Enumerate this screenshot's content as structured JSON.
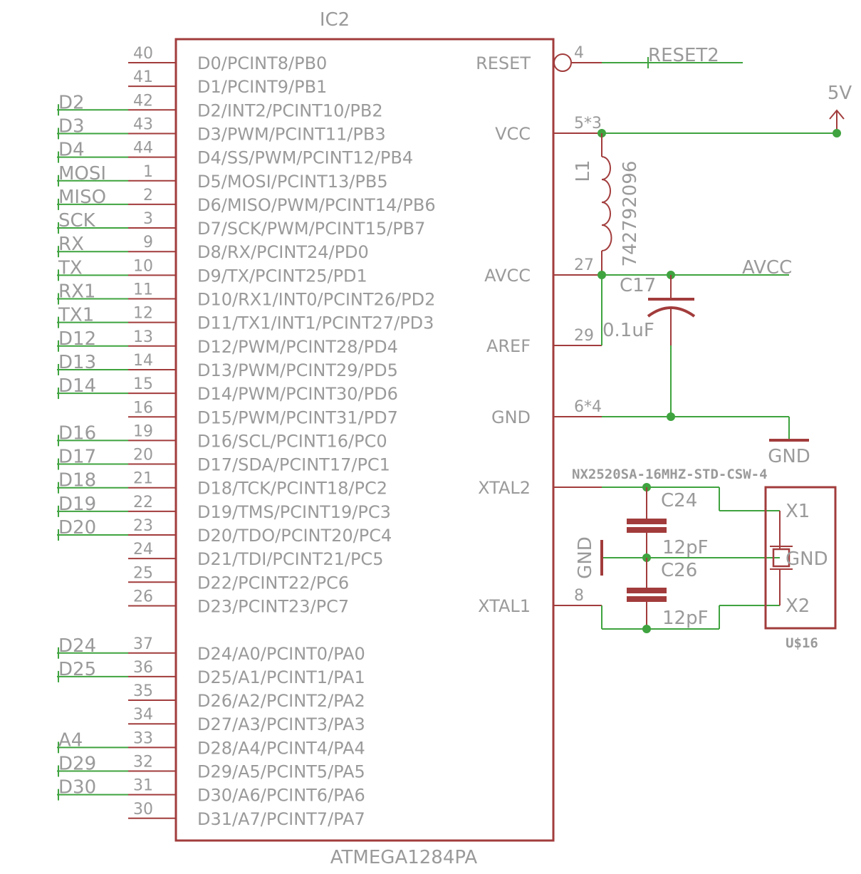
{
  "ic": {
    "ref": "IC2",
    "value": "ATMEGA1284PA",
    "left_pins": [
      {
        "num": "40",
        "name": "D0/PCINT8/PB0",
        "net": ""
      },
      {
        "num": "41",
        "name": "D1/PCINT9/PB1",
        "net": ""
      },
      {
        "num": "42",
        "name": "D2/INT2/PCINT10/PB2",
        "net": "D2"
      },
      {
        "num": "43",
        "name": "D3/PWM/PCINT11/PB3",
        "net": "D3"
      },
      {
        "num": "44",
        "name": "D4/SS/PWM/PCINT12/PB4",
        "net": "D4"
      },
      {
        "num": "1",
        "name": "D5/MOSI/PCINT13/PB5",
        "net": "MOSI"
      },
      {
        "num": "2",
        "name": "D6/MISO/PWM/PCINT14/PB6",
        "net": "MISO"
      },
      {
        "num": "3",
        "name": "D7/SCK/PWM/PCINT15/PB7",
        "net": "SCK"
      },
      {
        "num": "9",
        "name": "D8/RX/PCINT24/PD0",
        "net": "RX"
      },
      {
        "num": "10",
        "name": "D9/TX/PCINT25/PD1",
        "net": "TX"
      },
      {
        "num": "11",
        "name": "D10/RX1/INT0/PCINT26/PD2",
        "net": "RX1"
      },
      {
        "num": "12",
        "name": "D11/TX1/INT1/PCINT27/PD3",
        "net": "TX1"
      },
      {
        "num": "13",
        "name": "D12/PWM/PCINT28/PD4",
        "net": "D12"
      },
      {
        "num": "14",
        "name": "D13/PWM/PCINT29/PD5",
        "net": "D13"
      },
      {
        "num": "15",
        "name": "D14/PWM/PCINT30/PD6",
        "net": "D14"
      },
      {
        "num": "16",
        "name": "D15/PWM/PCINT31/PD7",
        "net": ""
      },
      {
        "num": "19",
        "name": "D16/SCL/PCINT16/PC0",
        "net": "D16"
      },
      {
        "num": "20",
        "name": "D17/SDA/PCINT17/PC1",
        "net": "D17"
      },
      {
        "num": "21",
        "name": "D18/TCK/PCINT18/PC2",
        "net": "D18"
      },
      {
        "num": "22",
        "name": "D19/TMS/PCINT19/PC3",
        "net": "D19"
      },
      {
        "num": "23",
        "name": "D20/TDO/PCINT20/PC4",
        "net": "D20"
      },
      {
        "num": "24",
        "name": "D21/TDI/PCINT21/PC5",
        "net": ""
      },
      {
        "num": "25",
        "name": "D22/PCINT22/PC6",
        "net": ""
      },
      {
        "num": "26",
        "name": "D23/PCINT23/PC7",
        "net": ""
      },
      {
        "num": "37",
        "name": "D24/A0/PCINT0/PA0",
        "net": "D24"
      },
      {
        "num": "36",
        "name": "D25/A1/PCINT1/PA1",
        "net": "D25"
      },
      {
        "num": "35",
        "name": "D26/A2/PCINT2/PA2",
        "net": ""
      },
      {
        "num": "34",
        "name": "D27/A3/PCINT3/PA3",
        "net": ""
      },
      {
        "num": "33",
        "name": "D28/A4/PCINT4/PA4",
        "net": "A4"
      },
      {
        "num": "32",
        "name": "D29/A5/PCINT5/PA5",
        "net": "D29"
      },
      {
        "num": "31",
        "name": "D30/A6/PCINT6/PA6",
        "net": "D30"
      },
      {
        "num": "30",
        "name": "D31/A7/PCINT7/PA7",
        "net": ""
      }
    ],
    "right_pins": [
      {
        "num": "4",
        "name": "RESET"
      },
      {
        "num": "5*3",
        "name": "VCC"
      },
      {
        "num": "27",
        "name": "AVCC"
      },
      {
        "num": "29",
        "name": "AREF"
      },
      {
        "num": "6*4",
        "name": "GND"
      },
      {
        "num": "",
        "name": "XTAL2"
      },
      {
        "num": "8",
        "name": "XTAL1"
      }
    ]
  },
  "nets": {
    "reset": "RESET2",
    "vcc": "5V",
    "avcc": "AVCC",
    "gnd": "GND",
    "gnd_caps": "GND"
  },
  "inductor": {
    "ref": "L1",
    "value": "742792096"
  },
  "c17": {
    "ref": "C17",
    "value": "0.1uF"
  },
  "c24": {
    "ref": "C24",
    "value": "12pF"
  },
  "c26": {
    "ref": "C26",
    "value": "12pF"
  },
  "crystal": {
    "ref": "U$16",
    "value": "NX2520SA-16MHZ-STD-CSW-4",
    "pins": [
      "X1",
      "GND",
      "X2"
    ]
  }
}
